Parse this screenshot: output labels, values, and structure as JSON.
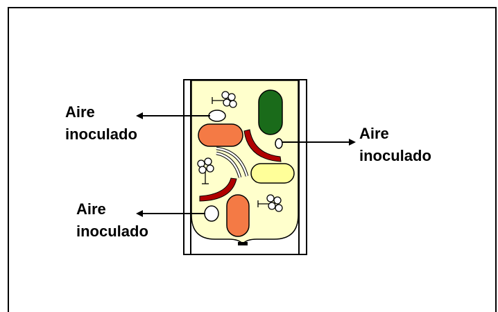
{
  "labels": {
    "top_left": {
      "line1": "Aire",
      "line2": "inoculado"
    },
    "right": {
      "line1": "Aire",
      "line2": "inoculado"
    },
    "bottom_left": {
      "line1": "Aire",
      "line2": "inoculado"
    }
  },
  "colors": {
    "panel_fill": "#ffffcc",
    "green_compartment": "#1a6b1a",
    "orange_compartment": "#f47a45",
    "yellow_compartment": "#ffff99",
    "red_structure": "#b00000",
    "outline": "#000000"
  }
}
